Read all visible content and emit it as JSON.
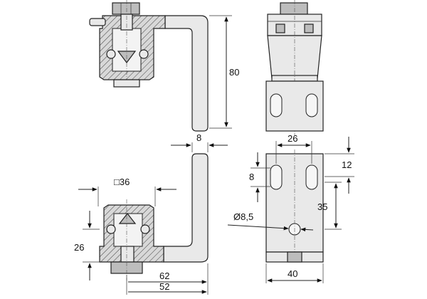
{
  "dimensions": {
    "height_top_view": "80",
    "plate_thickness": "8",
    "bearing_square": "□36",
    "plate_width_front": "26",
    "height_bottom_left": "26",
    "length_overall": "62",
    "length_inner": "52",
    "slot_height": "8",
    "slot_top_offset": "12",
    "hole_distance": "35",
    "hole_diameter": "Ø8,5",
    "plate_width_side": "40"
  }
}
